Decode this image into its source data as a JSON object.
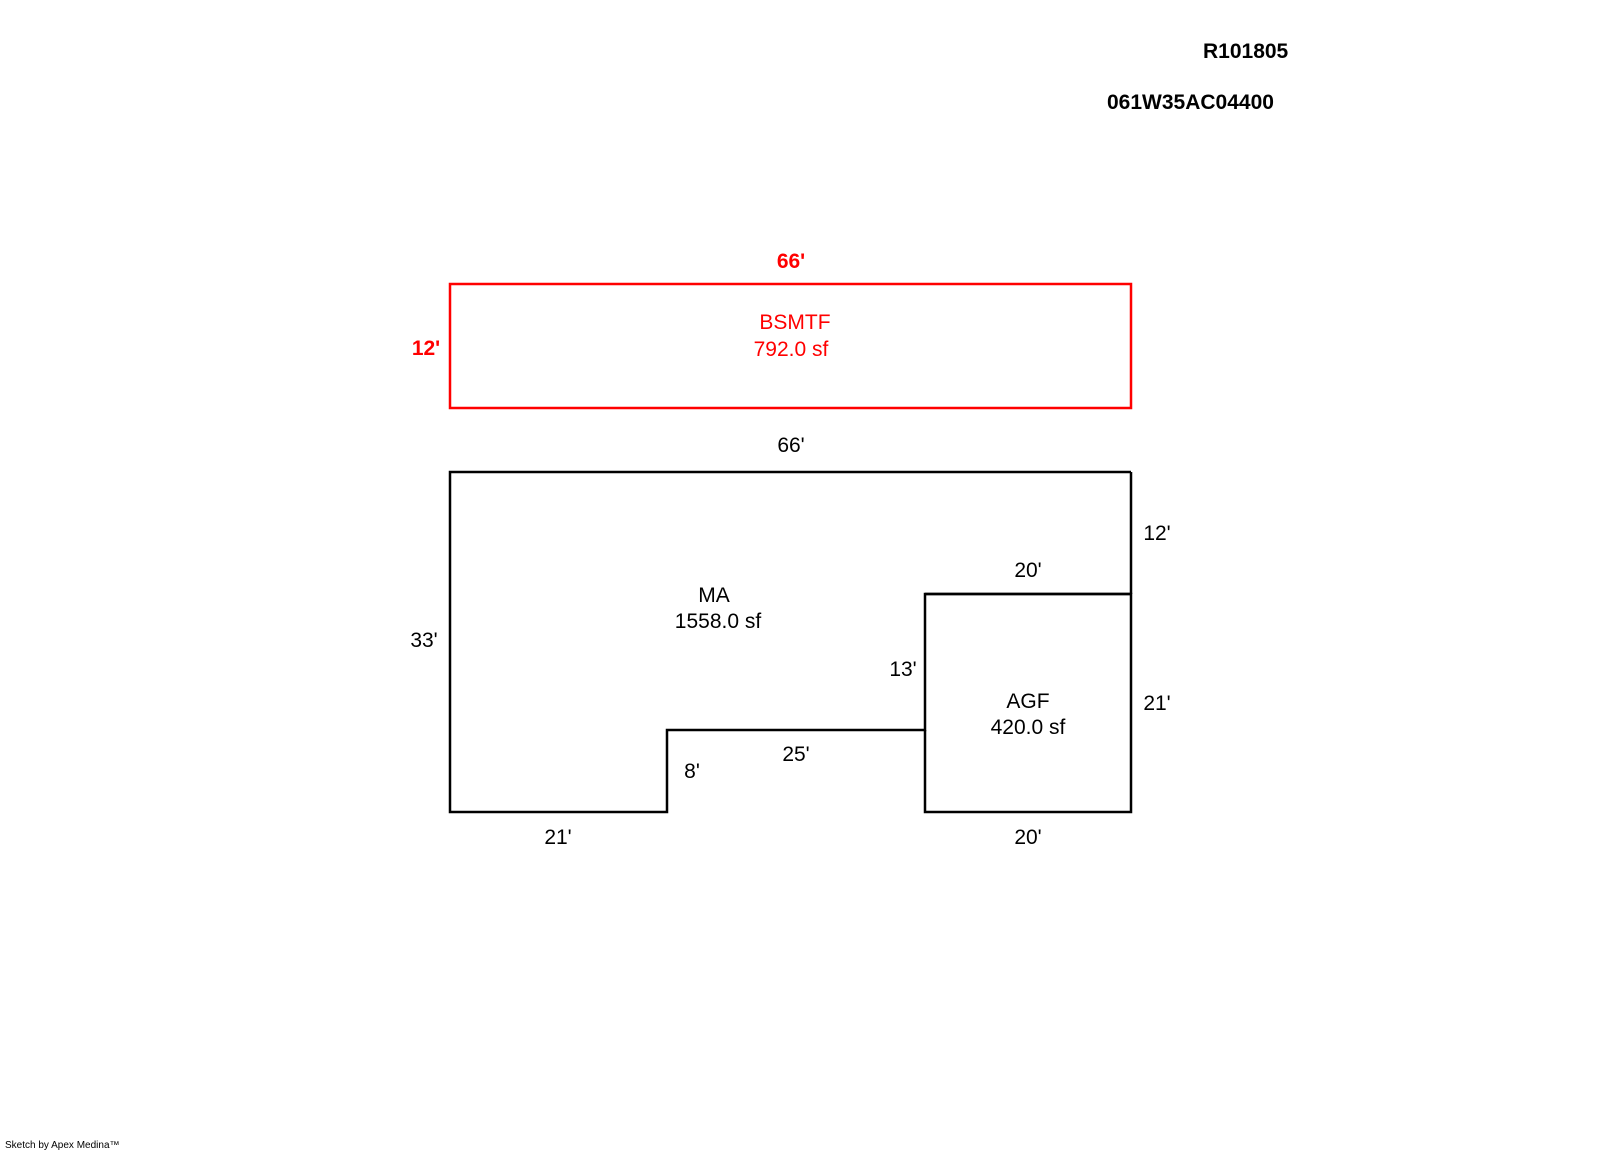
{
  "header": {
    "account_id": "R101805",
    "map_tax_lot": "061W35AC04400"
  },
  "credit": "Sketch by Apex Medina™",
  "colors": {
    "basement": "#ff0000",
    "main": "#000000"
  },
  "basement": {
    "code": "BSMTF",
    "area": "792.0 sf",
    "dim_top": "66'",
    "dim_left": "12'"
  },
  "main_area": {
    "code": "MA",
    "area": "1558.0 sf",
    "dim_top": "66'",
    "dim_left": "33'",
    "dim_right_upper": "12'",
    "dim_bottom_left": "21'",
    "dim_step": "8'",
    "dim_notch": "25'",
    "dim_inner": "13'"
  },
  "garage": {
    "code": "AGF",
    "area": "420.0 sf",
    "dim_top": "20'",
    "dim_right": "21'",
    "dim_bottom": "20'"
  }
}
